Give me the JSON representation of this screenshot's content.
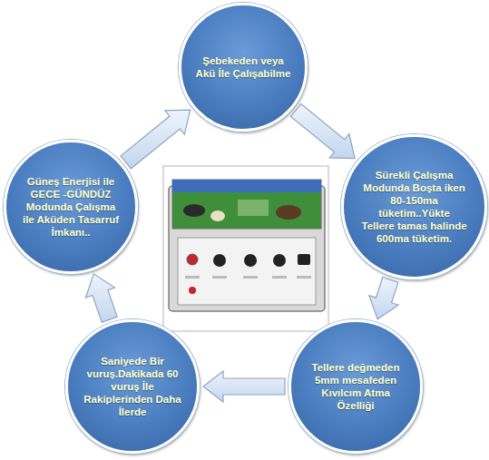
{
  "diagram": {
    "nodes": [
      {
        "text": [
          "Şebekeden veya Akü İle Çalışabilme"
        ]
      },
      {
        "text": [
          "Sürekli Çalışma Modunda Boşta iken 80-150ma tüketim..Yükte Tellere tamas halinde 600ma tüketim."
        ]
      },
      {
        "text": [
          "Tellere değmeden 5mm mesafeden Kıvılcım Atma Özelliği"
        ]
      },
      {
        "text": [
          "Saniyede Bir vuruş.Dakikada 60 vuruş İle Rakiplerinden Daha İlerde"
        ]
      },
      {
        "text": [
          "Güneş Enerjisi ile GECE -GÜNDÜZ Modunda Çalışma ile Aküden Tasarruf İmkanı.."
        ]
      }
    ],
    "edges": [
      {
        "from": 0,
        "to": 1,
        "arrow": "to"
      },
      {
        "from": 1,
        "to": 2,
        "arrow": "to"
      },
      {
        "from": 2,
        "to": 3,
        "arrow": "to"
      },
      {
        "from": 3,
        "to": 4,
        "arrow": "to"
      },
      {
        "from": 4,
        "to": 0,
        "arrow": "to"
      }
    ]
  }
}
